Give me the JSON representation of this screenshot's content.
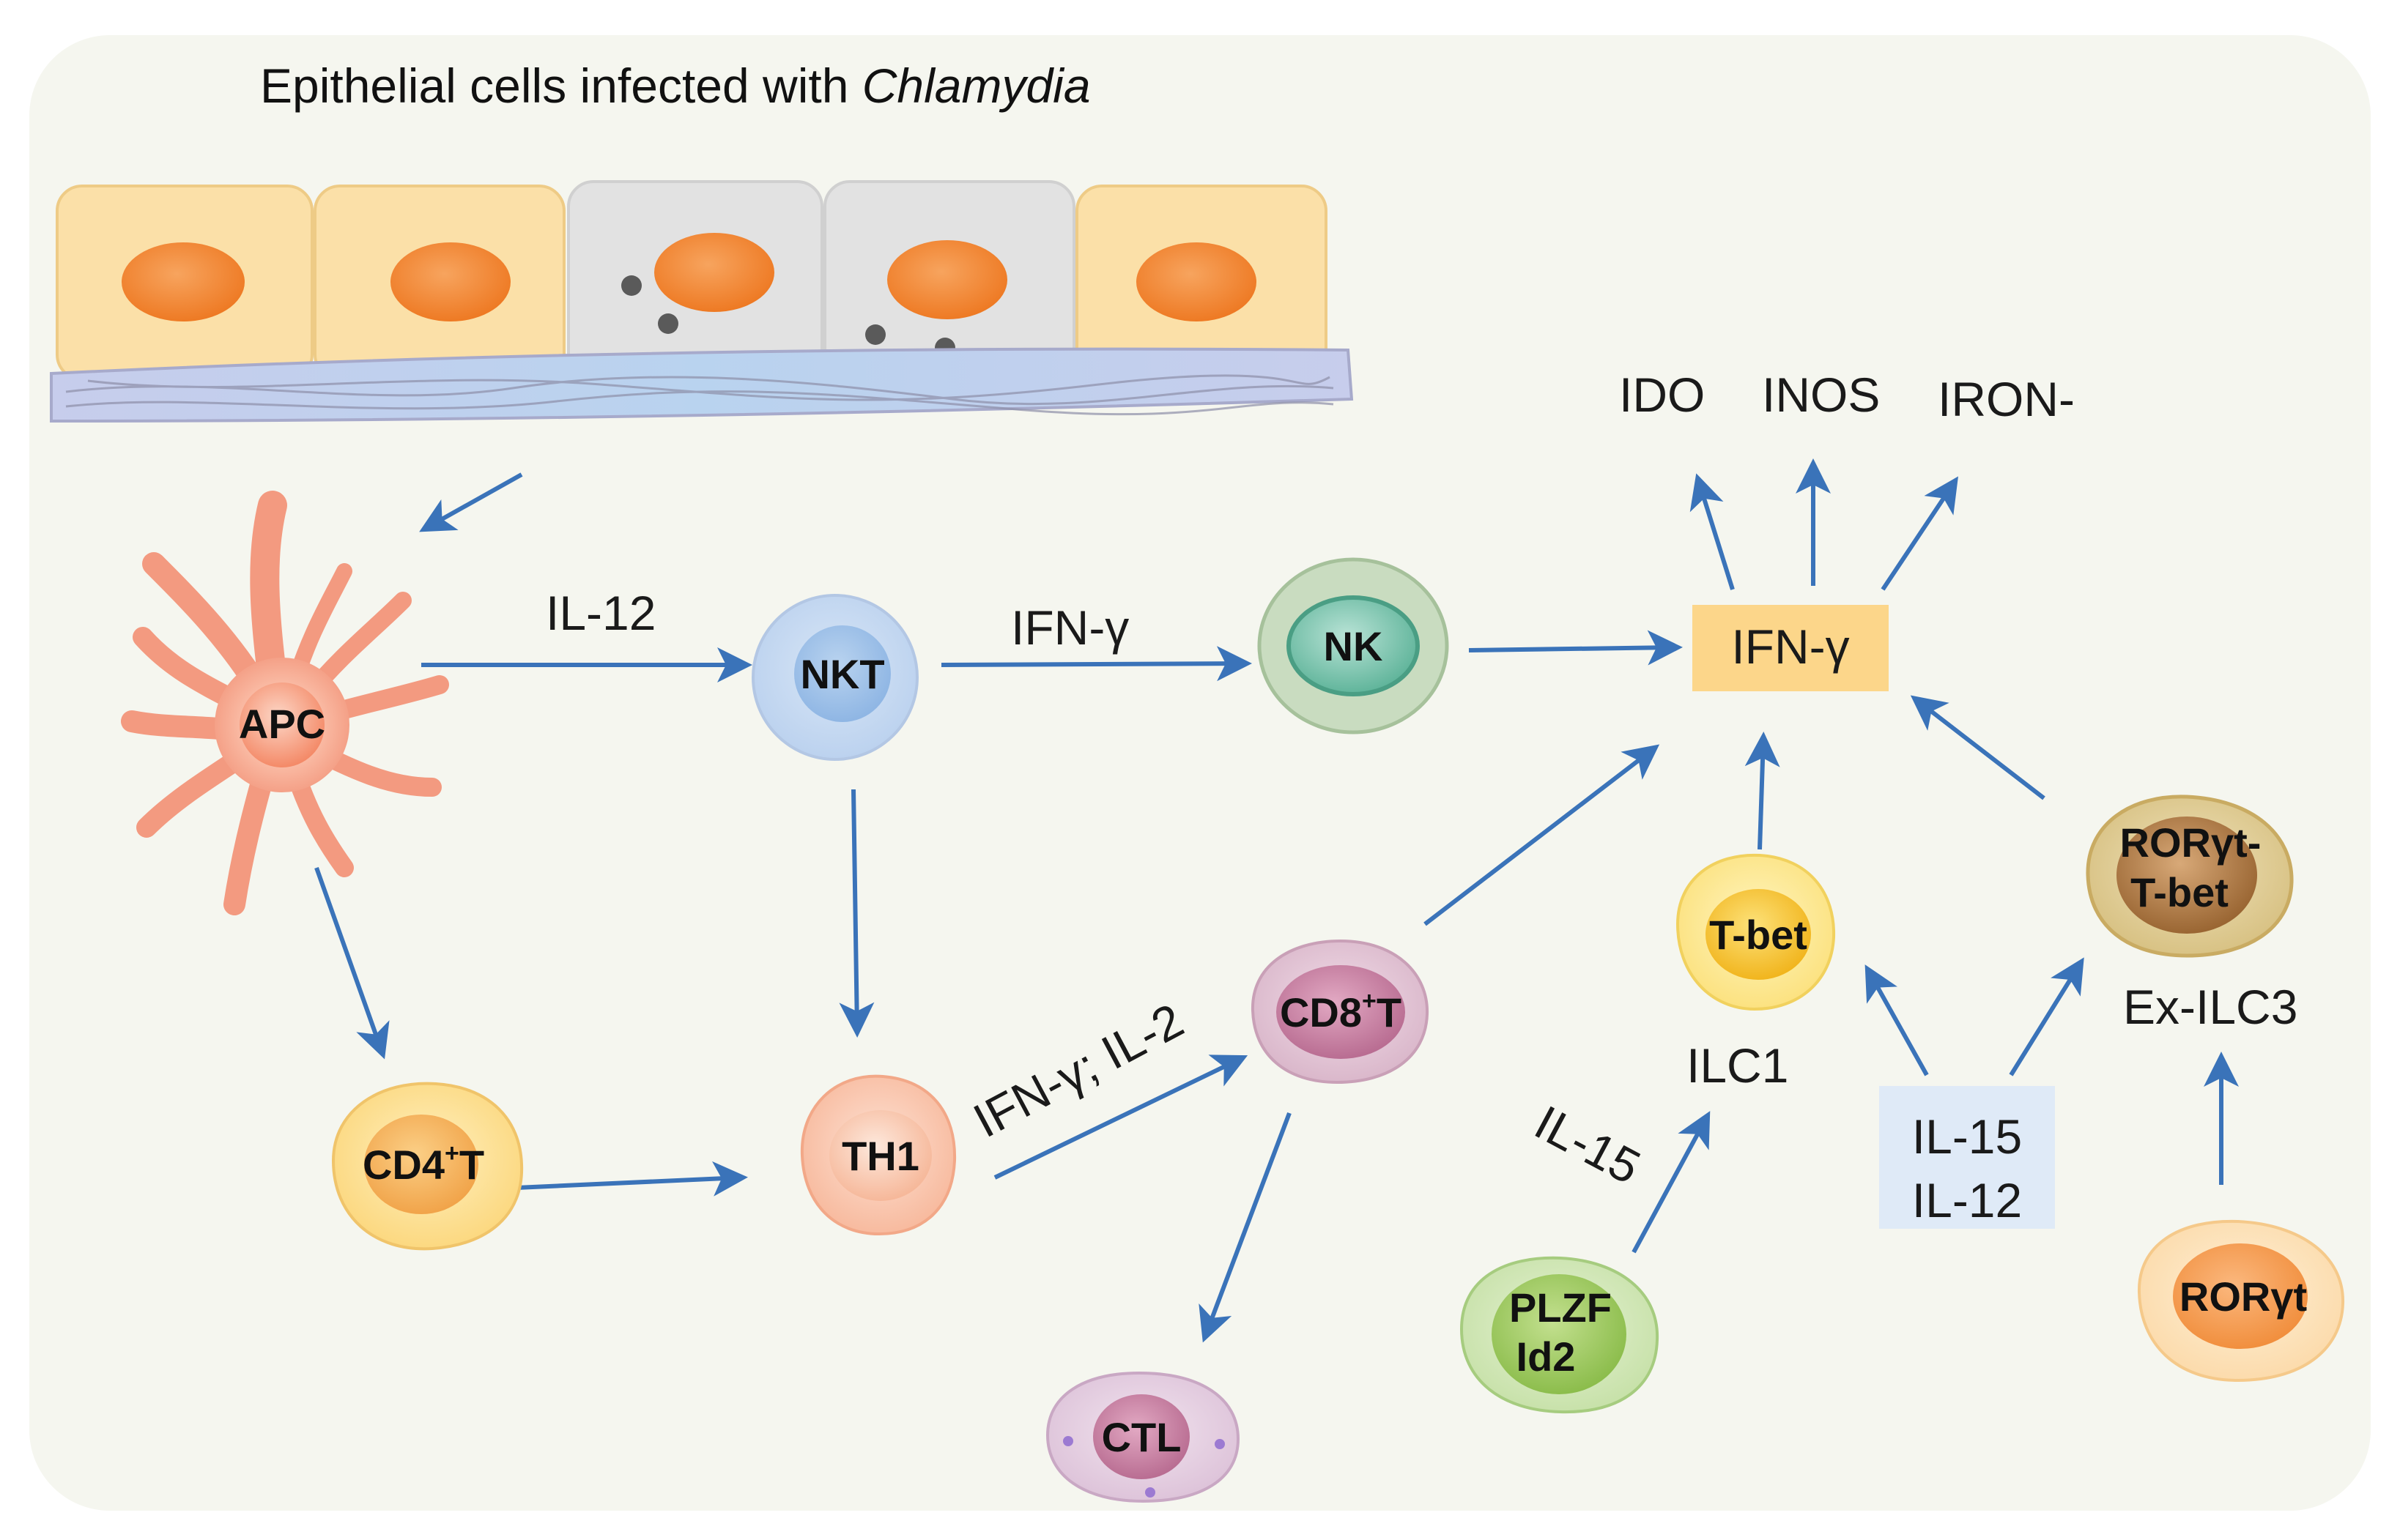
{
  "title": {
    "prefix": "Epithelial cells infected with ",
    "pathogen": "Chlamydia"
  },
  "effectors": {
    "ido": "IDO",
    "inos": "INOS",
    "iron": "IRON-"
  },
  "hub": {
    "label": "IFN-γ"
  },
  "cells": {
    "apc": "APC",
    "nkt": "NKT",
    "nk": "NK",
    "cd4t_main": "CD4",
    "cd4t_sup": "+",
    "cd4t_end": "T",
    "th1": "TH1",
    "cd8t_main": "CD8",
    "cd8t_sup": "+",
    "cd8t_end": "T",
    "ctl": "CTL",
    "tbet": "T-bet",
    "plzf_line1": "PLZF",
    "plzf_line2": "Id2",
    "rorgt_tbet_line1": "RORγt-",
    "rorgt_tbet_line2": "T-bet",
    "rorgt": "RORγt"
  },
  "labels": {
    "il12": "IL-12",
    "ifn_nkt_nk": "IFN-γ",
    "ifn_il2": "IFN-γ; IL-2",
    "ilc1": "ILC1",
    "il15": "IL-15",
    "ex_ilc3": "Ex-ILC3",
    "cytokine_box_line1": "IL-15",
    "cytokine_box_line2": "IL-12"
  },
  "colors": {
    "arrow": "#3a73b9",
    "hub_fill": "#fcd68a",
    "cytokine_box_fill": "#dfeaf7",
    "epithelium_fill": "#fbe0a8",
    "infected_cell_fill": "#e2e2e2",
    "nucleus": "#f28a34"
  }
}
